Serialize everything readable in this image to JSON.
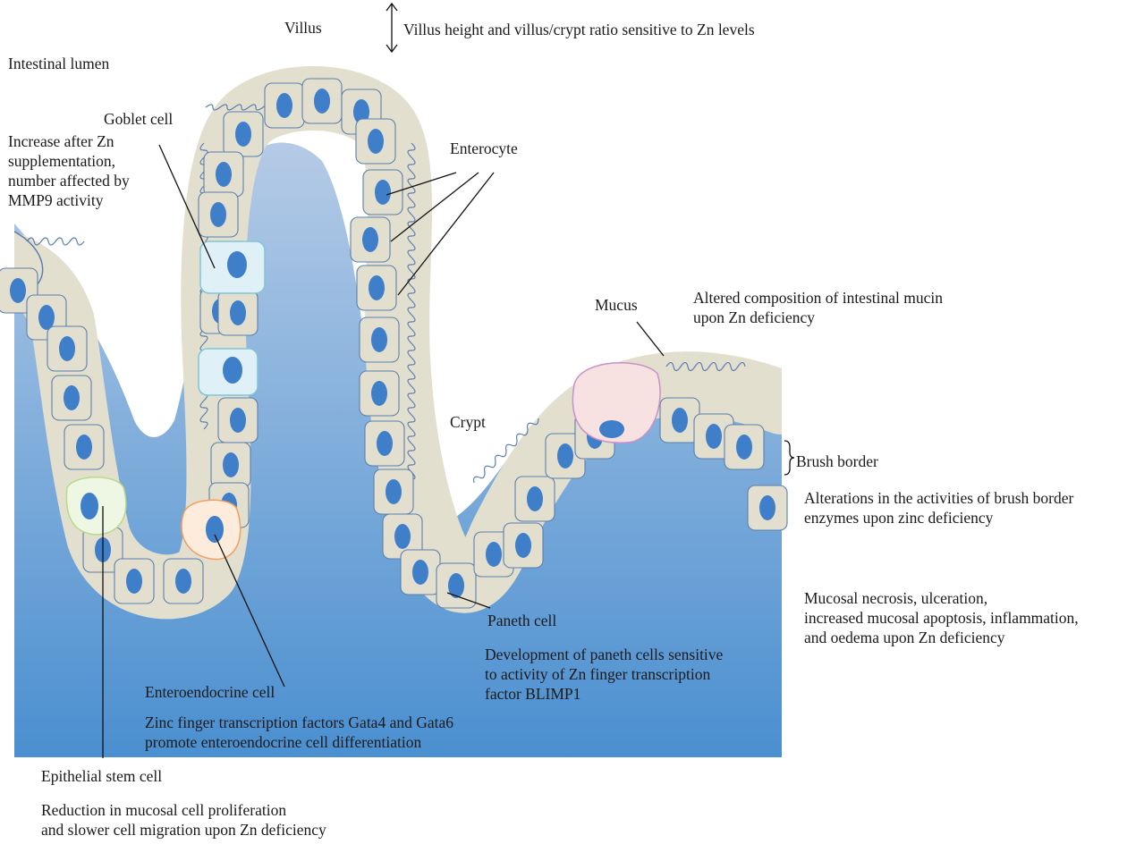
{
  "colors": {
    "tissue_top": "#b5cbe6",
    "tissue_bottom": "#4a8fd0",
    "epithelium": "#e3dfcf",
    "cell_border": "#5b7fae",
    "nucleus": "#3f7fca",
    "goblet_cell": "#dff1f6",
    "paneth_cell": "#f7e1e1",
    "enteroendocrine_cell": "#fdebdc",
    "stem_cell": "#eef7e4",
    "leader_line": "#111111"
  },
  "labels": {
    "villus": "Villus",
    "villus_note": "Villus height and villus/crypt ratio sensitive to Zn levels",
    "lumen": "Intestinal lumen",
    "goblet": "Goblet cell",
    "goblet_note": "Increase after Zn\nsupplementation,\nnumber affected by\nMMP9 activity",
    "enterocyte": "Enterocyte",
    "mucus": "Mucus",
    "mucus_note": "Altered composition of intestinal mucin\nupon Zn deficiency",
    "crypt": "Crypt",
    "brush_border": "Brush border",
    "brush_note": "Alterations in the activities of brush border\nenzymes upon zinc deficiency",
    "mucosal_note": "Mucosal necrosis, ulceration,\nincreased mucosal apoptosis, inflammation,\nand oedema upon Zn deficiency",
    "paneth": "Paneth cell",
    "paneth_note": "Development of paneth cells sensitive\nto activity of Zn finger transcription\nfactor BLIMP1",
    "enteroendocrine": "Enteroendocrine cell",
    "enteroendocrine_note": "Zinc finger transcription factors Gata4 and Gata6\npromote enteroendocrine cell differentiation",
    "stem": "Epithelial stem cell",
    "stem_note": "Reduction in mucosal cell proliferation\nand slower cell migration upon Zn deficiency"
  }
}
